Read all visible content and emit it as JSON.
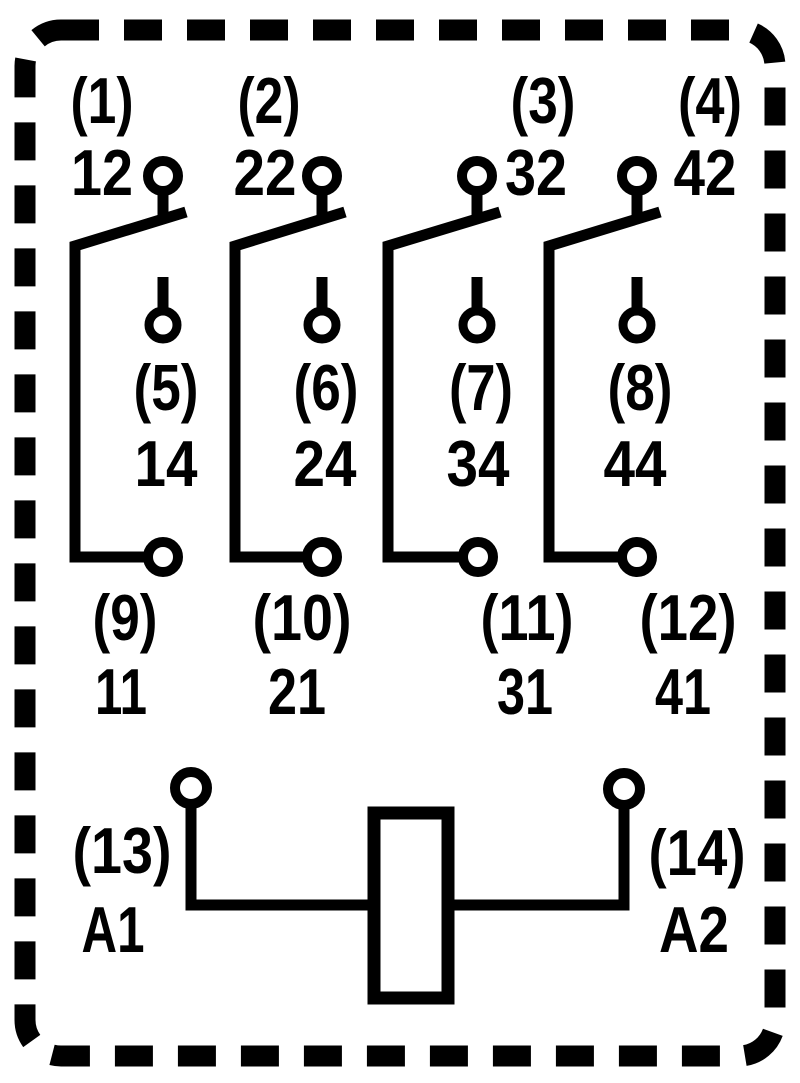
{
  "diagram": {
    "kind": "relay-4-pole-changeover-pinout-schematic",
    "poles": [
      {
        "pin_top": "(1)",
        "nc": "12",
        "pin_no": "(5)",
        "no": "14",
        "pin_com": "(9)",
        "com": "11"
      },
      {
        "pin_top": "(2)",
        "nc": "22",
        "pin_no": "(6)",
        "no": "24",
        "pin_com": "(10)",
        "com": "21"
      },
      {
        "pin_top": "(3)",
        "nc": "32",
        "pin_no": "(7)",
        "no": "34",
        "pin_com": "(11)",
        "com": "31"
      },
      {
        "pin_top": "(4)",
        "nc": "42",
        "pin_no": "(8)",
        "no": "44",
        "pin_com": "(12)",
        "com": "41"
      }
    ],
    "coil": {
      "pin_left": "(13)",
      "left": "A1",
      "pin_right": "(14)",
      "right": "A2"
    },
    "colors": {
      "ink": "#000000",
      "paper": "#ffffff"
    }
  }
}
